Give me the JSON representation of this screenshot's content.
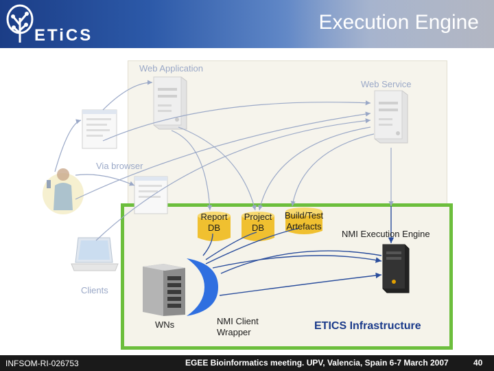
{
  "header": {
    "title": "Execution Engine",
    "logo_text": "ETiCS",
    "bg_color": "#2c59a8"
  },
  "diagram": {
    "web_application": "Web Application",
    "web_service": "Web Service",
    "via_browser": "Via browser",
    "clients": "Clients",
    "report_db": [
      "Report",
      "DB"
    ],
    "project_db": [
      "Project",
      "DB"
    ],
    "build_test": [
      "Build/Test",
      "Artefacts"
    ],
    "nmi_execution_engine": "NMI Execution Engine",
    "wns": "WNs",
    "nmi_client_wrapper": [
      "NMI Client",
      "Wrapper"
    ],
    "etics_infrastructure": "ETICS Infrastructure",
    "frame_color": "#6cbe3c",
    "db_color": "#f0c030",
    "wrapper_color": "#2f6fe0"
  },
  "footer": {
    "left": "INFSOM-RI-026753",
    "center": "EGEE Bioinformatics meeting. UPV, Valencia, Spain 6-7 March 2007",
    "page": "40"
  }
}
